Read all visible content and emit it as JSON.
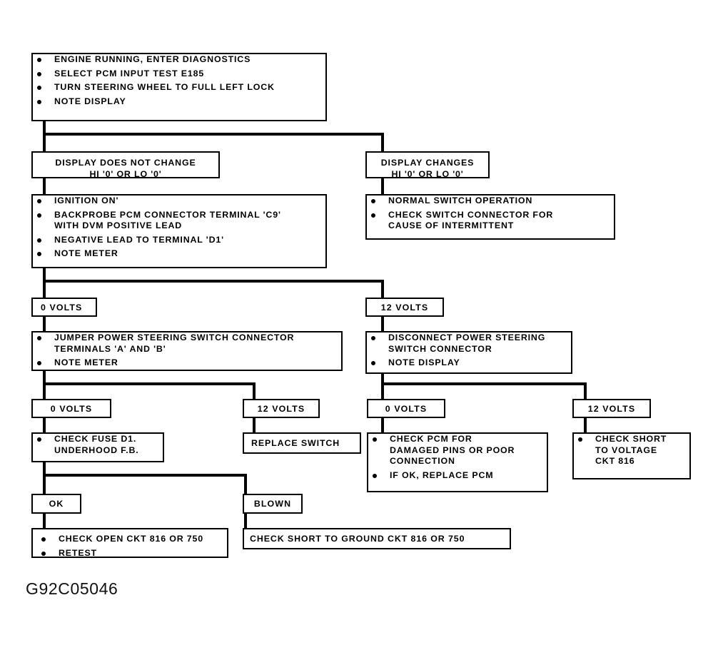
{
  "figure": {
    "id_label": "G92C05046",
    "ink_color": "#000000",
    "paper_color": "#ffffff"
  },
  "nodes": {
    "start": {
      "name": "start-procedure",
      "bullets": [
        "ENGINE RUNNING, ENTER DIAGNOSTICS",
        "SELECT PCM INPUT TEST E185",
        "TURN STEERING WHEEL TO FULL LEFT LOCK",
        "NOTE DISPLAY"
      ]
    },
    "display_no_change": {
      "name": "display-does-not-change",
      "text": "DISPLAY DOES NOT CHANGE\nHI '0' OR LO '0'"
    },
    "display_changes": {
      "name": "display-changes",
      "text": "DISPLAY CHANGES\nHI '0' OR LO '0'"
    },
    "ignition_backprobe": {
      "name": "ignition-backprobe-pcm",
      "bullets": [
        "IGNITION  ON'",
        "BACKPROBE PCM CONNECTOR TERMINAL 'C9'\nWITH DVM POSITIVE LEAD",
        "NEGATIVE LEAD TO TERMINAL 'D1'",
        "NOTE METER"
      ]
    },
    "normal_switch": {
      "name": "normal-switch-operation",
      "bullets": [
        "NORMAL SWITCH OPERATION",
        "CHECK SWITCH CONNECTOR FOR\nCAUSE OF INTERMITTENT"
      ]
    },
    "volts_0_lvl2": {
      "name": "branch-0-volts-level-2",
      "text": "0 VOLTS"
    },
    "volts_12_lvl2": {
      "name": "branch-12-volts-level-2",
      "text": "12  VOLTS"
    },
    "jumper_switch": {
      "name": "jumper-power-steering-switch",
      "bullets": [
        "JUMPER POWER STEERING SWITCH CONNECTOR\nTERMINALS 'A' AND 'B'",
        "NOTE METER"
      ]
    },
    "disconnect_switch": {
      "name": "disconnect-power-steering-switch",
      "bullets": [
        "DISCONNECT POWER STEERING\nSWITCH CONNECTOR",
        "NOTE DISPLAY"
      ]
    },
    "volts_0_a": {
      "name": "branch-0-volts-jumper",
      "text": "0 VOLTS"
    },
    "volts_12_a": {
      "name": "branch-12-volts-jumper",
      "text": "12 VOLTS"
    },
    "volts_0_b": {
      "name": "branch-0-volts-disconnect",
      "text": "0 VOLTS"
    },
    "volts_12_b": {
      "name": "branch-12-volts-disconnect",
      "text": "12 VOLTS"
    },
    "check_fuse": {
      "name": "check-fuse-d1",
      "bullets": [
        "CHECK FUSE D1.\nUNDERHOOD F.B."
      ]
    },
    "replace_switch": {
      "name": "replace-switch",
      "text": "REPLACE SWITCH"
    },
    "check_pcm": {
      "name": "check-pcm-damaged-pins",
      "bullets": [
        "CHECK PCM FOR\nDAMAGED PINS OR POOR\nCONNECTION",
        "IF OK,  REPLACE PCM"
      ]
    },
    "check_short_voltage": {
      "name": "check-short-to-voltage",
      "bullets": [
        "CHECK SHORT\nTO VOLTAGE\nCKT 816"
      ]
    },
    "fuse_ok": {
      "name": "fuse-ok",
      "text": "OK"
    },
    "fuse_blown": {
      "name": "fuse-blown",
      "text": "BLOWN"
    },
    "check_open": {
      "name": "check-open-ckt",
      "bullets": [
        "CHECK OPEN CKT 816 OR 750",
        "RETEST"
      ]
    },
    "check_short_ground": {
      "name": "check-short-to-ground",
      "text": "CHECK SHORT TO GROUND CKT 816 OR 750"
    }
  }
}
